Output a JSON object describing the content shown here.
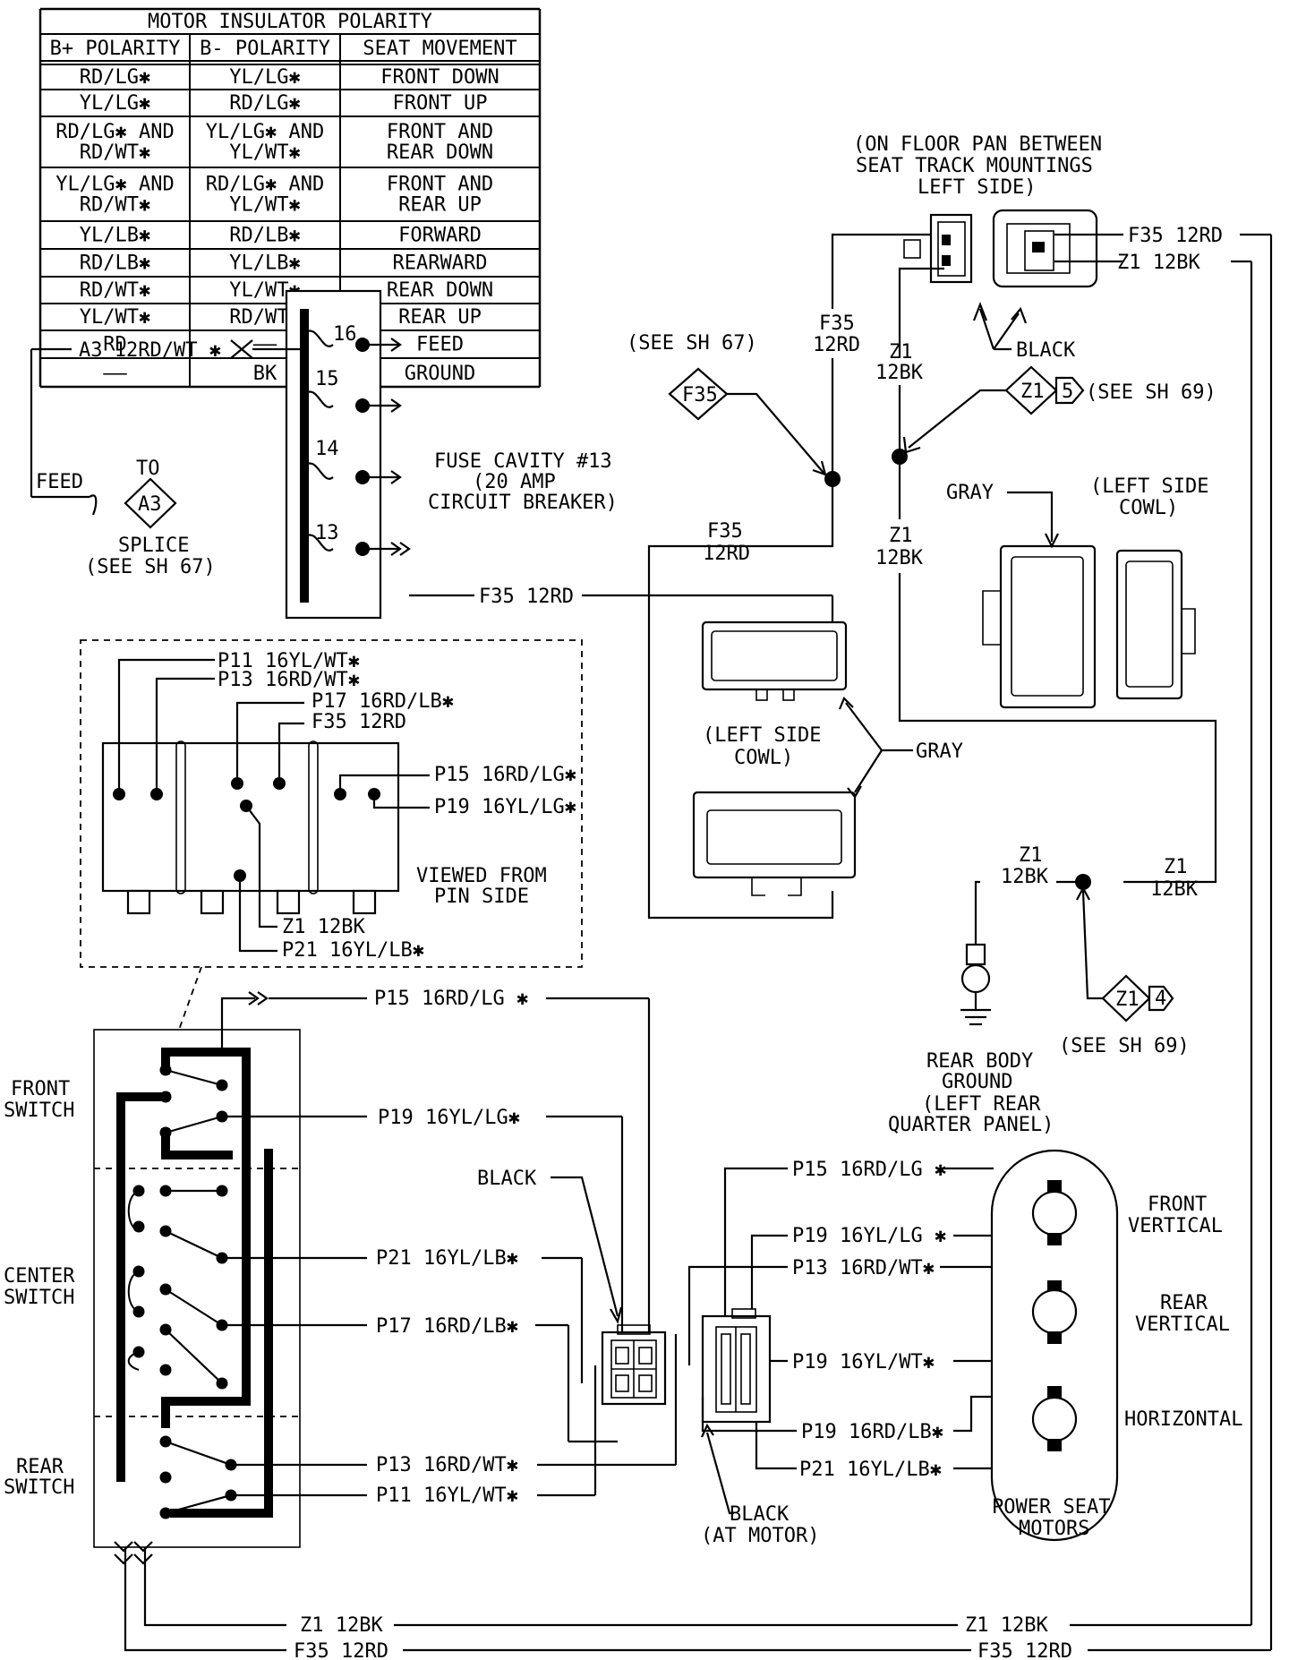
{
  "polarity_table": {
    "title": "MOTOR INSULATOR POLARITY",
    "headers": [
      "B+ POLARITY",
      "B- POLARITY",
      "SEAT MOVEMENT"
    ],
    "rows": [
      [
        [
          "RD/LG✱"
        ],
        [
          "YL/LG✱"
        ],
        [
          "FRONT DOWN"
        ]
      ],
      [
        [
          "YL/LG✱"
        ],
        [
          "RD/LG✱"
        ],
        [
          "FRONT UP"
        ]
      ],
      [
        [
          "RD/LG✱ AND",
          "RD/WT✱"
        ],
        [
          "YL/LG✱ AND",
          "YL/WT✱"
        ],
        [
          "FRONT AND",
          "REAR DOWN"
        ]
      ],
      [
        [
          "YL/LG✱ AND",
          "RD/WT✱"
        ],
        [
          "RD/LG✱ AND",
          "YL/WT✱"
        ],
        [
          "FRONT AND",
          "REAR UP"
        ]
      ],
      [
        [
          "YL/LB✱"
        ],
        [
          "RD/LB✱"
        ],
        [
          "FORWARD"
        ]
      ],
      [
        [
          "RD/LB✱"
        ],
        [
          "YL/LB✱"
        ],
        [
          "REARWARD"
        ]
      ],
      [
        [
          "RD/WT✱"
        ],
        [
          "YL/WT✱"
        ],
        [
          "REAR DOWN"
        ]
      ],
      [
        [
          "YL/WT✱"
        ],
        [
          "RD/WT✱"
        ],
        [
          "REAR UP"
        ]
      ],
      [
        [
          "RD"
        ],
        [
          "——"
        ],
        [
          "FEED"
        ]
      ],
      [
        [
          "——"
        ],
        [
          "BK"
        ],
        [
          "GROUND"
        ]
      ]
    ]
  },
  "labels": {
    "floor_pan_1": "(ON FLOOR PAN BETWEEN",
    "floor_pan_2": "SEAT TRACK MOUNTINGS",
    "floor_pan_3": "LEFT SIDE)",
    "f35_12rd": "F35 12RD",
    "z1_12bk": "Z1 12BK",
    "f35": "F35",
    "z1": "Z1",
    "rd12": "12RD",
    "bk12": "12BK",
    "black": "BLACK",
    "gray": "GRAY",
    "see_sh_67": "(SEE SH 67)",
    "see_sh_69": "(SEE SH 69)",
    "z1_num_5": "5",
    "z1_num_4": "4",
    "left_side_cowl_1": "(LEFT SIDE",
    "left_side_cowl_2": "COWL)",
    "a3_wire": "A3 12RD/WT ✱",
    "feed": "FEED",
    "to": "TO",
    "a3": "A3",
    "splice": "SPLICE",
    "fuse_1": "FUSE CAVITY #13",
    "fuse_2": "(20 AMP",
    "fuse_3": "CIRCUIT BREAKER)",
    "cav_16": "16",
    "cav_15": "15",
    "cav_14": "14",
    "cav_13": "13",
    "p11": "P11 16YL/WT✱",
    "p13": "P13 16RD/WT✱",
    "p17": "P17 16RD/LB✱",
    "p15": "P15 16RD/LG✱",
    "p19": "P19 16YL/LG✱",
    "z1_12bk_sm": "Z1 12BK",
    "p21": "P21 16YL/LB✱",
    "viewed_1": "VIEWED FROM",
    "viewed_2": "PIN SIDE",
    "front_switch_1": "FRONT",
    "front_switch_2": "SWITCH",
    "center_switch_1": "CENTER",
    "center_switch_2": "SWITCH",
    "rear_switch_1": "REAR",
    "rear_switch_2": "SWITCH",
    "sw_p15": "P15 16RD/LG ✱",
    "sw_p19": "P19 16YL/LG✱",
    "sw_p21": "P21 16YL/LB✱",
    "sw_p17": "P17 16RD/LB✱",
    "sw_p13": "P13 16RD/WT✱",
    "sw_p11": "P11 16YL/WT✱",
    "black_at_motor_1": "BLACK",
    "black_at_motor_2": "(AT MOTOR)",
    "m_p15": "P15 16RD/LG ✱",
    "m_p19a": "P19 16YL/LG ✱",
    "m_p13": "P13 16RD/WT✱",
    "m_p19b": "P19 16YL/WT✱",
    "m_p19c": "P19 16RD/LB✱",
    "m_p21": "P21 16YL/LB✱",
    "front_vertical_1": "FRONT",
    "front_vertical_2": "VERTICAL",
    "rear_vertical_1": "REAR",
    "rear_vertical_2": "VERTICAL",
    "horizontal": "HORIZONTAL",
    "power_seat_1": "POWER SEAT",
    "power_seat_2": "MOTORS",
    "rear_body_1": "REAR BODY",
    "rear_body_2": "GROUND",
    "rear_body_3": "(LEFT REAR",
    "rear_body_4": "QUARTER PANEL)",
    "bottom_z1": "Z1 12BK",
    "bottom_f35": "F35 12RD"
  }
}
